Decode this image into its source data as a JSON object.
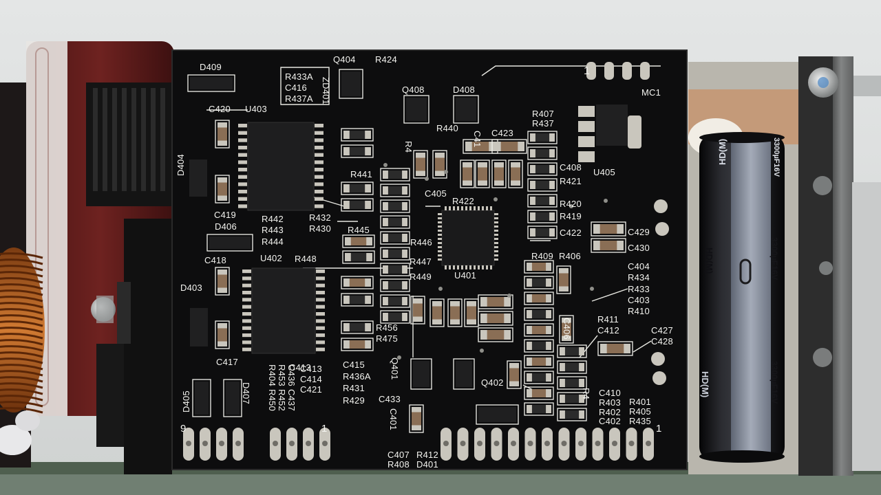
{
  "scene": {
    "colors": {
      "background": "#d9dcdc",
      "pcb": "#0d0d0e",
      "silkscreen": "#f1f1ec",
      "capacitor_sleeve": "#1a1b1f",
      "capacitor_band": "#8f96a4",
      "solder_pad": "#c9c6bd",
      "inductor_copper": "#b9651f",
      "heatsink": "#151515"
    },
    "objects": [
      "daughter-board-pcb",
      "electrolytic-capacitor",
      "heatsink",
      "toroidal-inductor",
      "metal-bracket",
      "screws",
      "edge-connectors"
    ]
  },
  "capacitor": {
    "brand": "HD(M)",
    "rating": "3300µF16V"
  },
  "pins": {
    "left_start": "9",
    "left_end": "1",
    "right_end": "1",
    "top_start": "1"
  },
  "silk": {
    "D409": "D409",
    "Q404": "Q404",
    "R424": "R424",
    "R433A": "R433A",
    "C416": "C416",
    "R437A": "R437A",
    "ZD401": "ZD401",
    "Q408": "Q408",
    "D408": "D408",
    "MC1": "MC1",
    "C420": "C420",
    "U403": "U403",
    "R440": "R440",
    "C423": "C423",
    "R407": "R407",
    "R437": "R437",
    "D404": "D404",
    "R441": "R441",
    "C408": "C408",
    "R421": "R421",
    "U405": "U405",
    "C405": "C405",
    "R422": "R422",
    "C419": "C419",
    "R442": "R442",
    "R432": "R432",
    "R443": "R443",
    "R430": "R430",
    "R444": "R444",
    "D406": "D406",
    "R445": "R445",
    "R420": "R420",
    "R419": "R419",
    "C422": "C422",
    "C429": "C429",
    "C430": "C430",
    "C418": "C418",
    "R446": "R446",
    "U402": "U402",
    "R448": "R448",
    "R447": "R447",
    "R449": "R449",
    "U401": "U401",
    "R409": "R409",
    "R406": "R406",
    "C404": "C404",
    "R434": "R434",
    "R433": "R433",
    "C403": "C403",
    "R410": "R410",
    "D403": "D403",
    "R411": "R411",
    "C412": "C412",
    "C427": "C427",
    "C428": "C428",
    "R456": "R456",
    "R475": "R475",
    "C417": "C417",
    "C413": "C413",
    "C414": "C414",
    "C421": "C421",
    "C415": "C415",
    "R436A": "R436A",
    "R431": "R431",
    "R429": "R429",
    "C436": "C436",
    "C437": "C437",
    "R453": "R453",
    "R452": "R452",
    "R404": "R404",
    "R450": "R450",
    "D405": "D405",
    "D407": "D407",
    "Q401": "Q401",
    "Q402": "Q402",
    "C433": "C433",
    "C401": "C401",
    "C410": "C410",
    "R403": "R403",
    "R402": "R402",
    "C402": "C402",
    "R401": "R401",
    "R405": "R405",
    "R435": "R435",
    "C407": "C407",
    "R412": "R412",
    "R408": "R408",
    "D401": "D401",
    "R4x": "R4",
    "C41x": "C41",
    "C4x": "C4",
    "R4y": "R4",
    "R4z": "R4",
    "C406": "C406"
  }
}
